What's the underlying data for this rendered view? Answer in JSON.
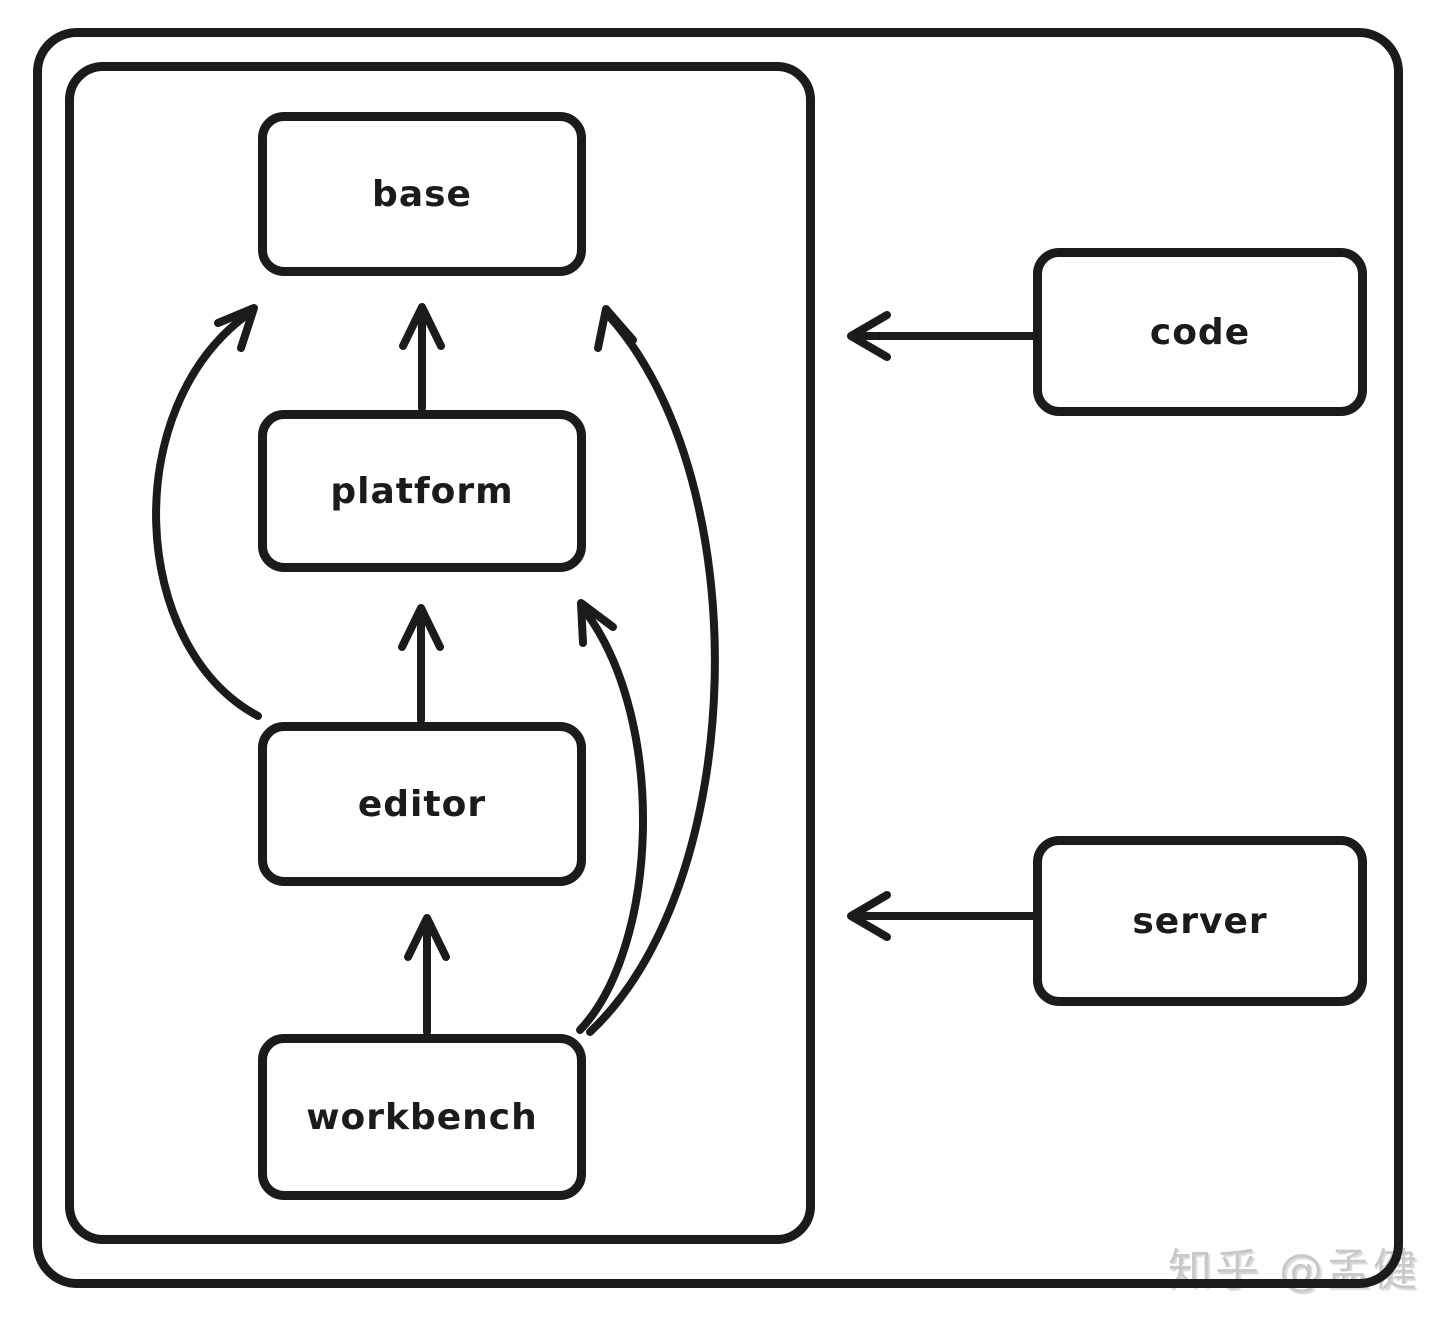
{
  "diagram": {
    "style": "hand-drawn",
    "stroke_color": "#1b1b1b",
    "background_color": "#fefefe",
    "nodes": {
      "base": {
        "label": "base"
      },
      "platform": {
        "label": "platform"
      },
      "editor": {
        "label": "editor"
      },
      "workbench": {
        "label": "workbench"
      },
      "code": {
        "label": "code"
      },
      "server": {
        "label": "server"
      }
    },
    "containers": {
      "outer": {
        "contains": [
          "inner",
          "code",
          "server"
        ]
      },
      "inner": {
        "contains": [
          "base",
          "platform",
          "editor",
          "workbench"
        ]
      }
    },
    "edges": [
      {
        "from": "platform",
        "to": "base",
        "shape": "straight-up"
      },
      {
        "from": "editor",
        "to": "platform",
        "shape": "straight-up"
      },
      {
        "from": "workbench",
        "to": "editor",
        "shape": "straight-up"
      },
      {
        "from": "editor",
        "to": "base",
        "shape": "curved-left"
      },
      {
        "from": "workbench",
        "to": "platform",
        "shape": "curved-right"
      },
      {
        "from": "workbench",
        "to": "base",
        "shape": "curved-right"
      },
      {
        "from": "code",
        "to": "inner-container",
        "shape": "straight-left"
      },
      {
        "from": "server",
        "to": "inner-container",
        "shape": "straight-left"
      }
    ]
  },
  "watermark": {
    "text": "知乎 @孟健",
    "color": "#c9c9c9"
  }
}
